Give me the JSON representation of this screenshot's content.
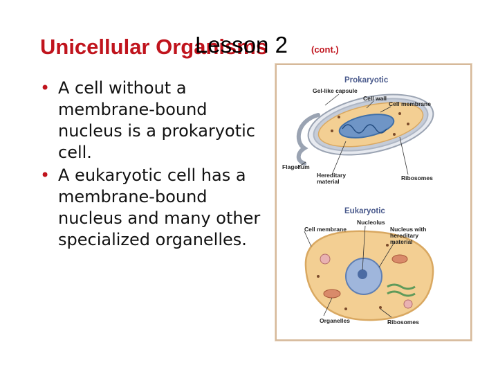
{
  "slide": {
    "title": "Unicellular Organisms",
    "title_overlay": "Lesson 2",
    "title_suffix": "(cont.)",
    "bullets": [
      "A cell without a membrane-bound nucleus is a prokaryotic cell.",
      "A eukaryotic cell has a membrane-bound nucleus and many other specialized organelles."
    ],
    "bullet_glyph": "•"
  },
  "figure": {
    "prokaryotic": {
      "heading": "Prokaryotic",
      "labels": {
        "capsule": "Gel-like capsule",
        "wall": "Cell wall",
        "membrane": "Cell membrane",
        "flagellum": "Flagellum",
        "hereditary_1": "Hereditary",
        "hereditary_2": "material",
        "ribosomes": "Ribosomes"
      }
    },
    "eukaryotic": {
      "heading": "Eukaryotic",
      "labels": {
        "nucleolus": "Nucleolus",
        "membrane": "Cell membrane",
        "nucleus_1": "Nucleus with",
        "nucleus_2": "hereditary",
        "nucleus_3": "material",
        "organelles": "Organelles",
        "ribosomes": "Ribosomes"
      }
    }
  },
  "colors": {
    "title_red": "#c0141d",
    "frame": "#d6b99a",
    "cytoplasm": "#f3cf93",
    "cell_wall": "#aeb6c4",
    "dna": "#3f6fa8",
    "nucleus": "#9fb6dc"
  }
}
